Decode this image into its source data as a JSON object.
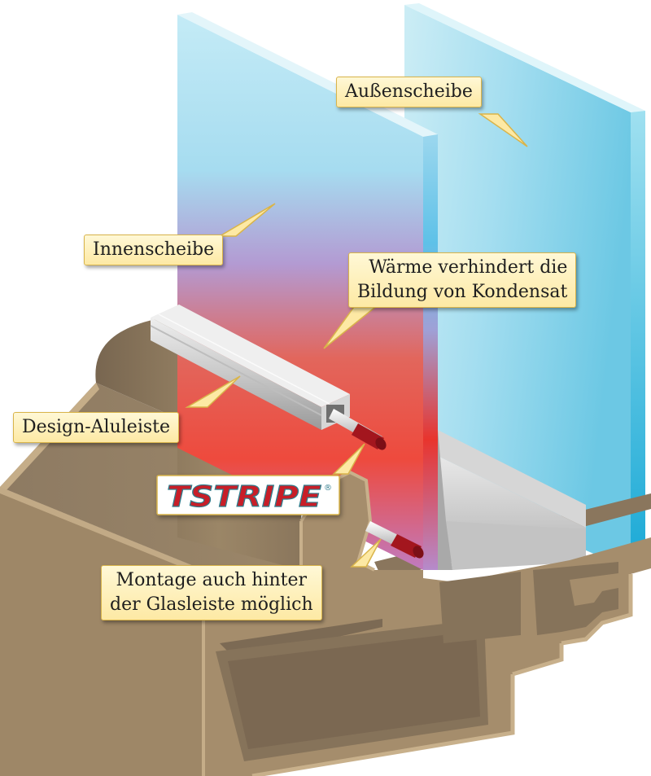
{
  "labels": {
    "aussenscheibe": "Außenscheibe",
    "innenscheibe": "Innenscheibe",
    "waerme": [
      "Wärme verhindert die",
      "Bildung von Kondensat"
    ],
    "aluleiste": "Design-Aluleiste",
    "montage": [
      "Montage auch hinter",
      "der Glasleiste möglich"
    ]
  },
  "logo": {
    "text": "TSTRIPE",
    "mark": "®"
  },
  "colors": {
    "frame_face": "#a8906f",
    "frame_light": "#c5ad88",
    "frame_dark": "#7c6a54",
    "frame_top": "#8f7b61",
    "glass_light": "#bfe9f3",
    "glass_mid": "#79cfe6",
    "glass_dark": "#21b2d8",
    "heat_red": "#ea3a34",
    "heat_violet": "#b99ad0",
    "callout_fill": "#fdedb4",
    "callout_border": "#d9b44a",
    "logo_red": "#c81e28",
    "logo_teal": "#2f7b8b"
  }
}
